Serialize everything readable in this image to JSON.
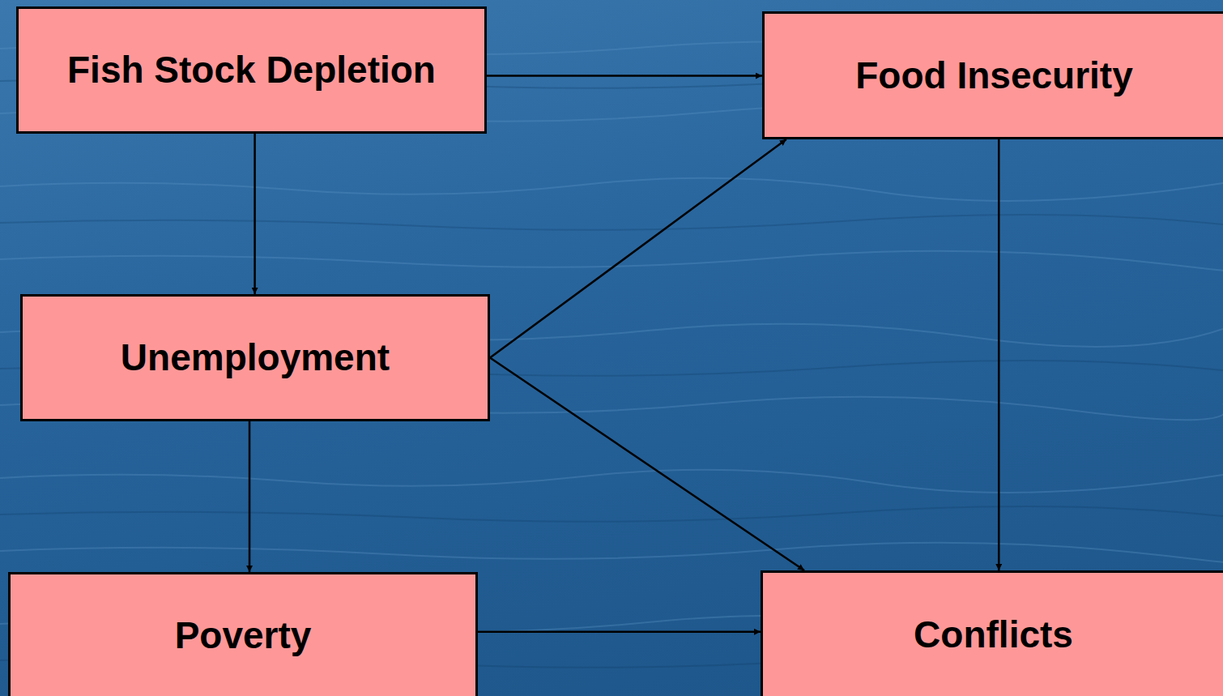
{
  "diagram": {
    "nodes": [
      {
        "text": [
          "Fish Stock Depletion"
        ]
      },
      {
        "text": [
          "Food Insecurity"
        ]
      },
      {
        "text": [
          "Unemployment"
        ]
      },
      {
        "text": [
          "Poverty"
        ]
      },
      {
        "text": [
          "Conflicts"
        ]
      }
    ],
    "edges": [
      {
        "from": 0,
        "to": 1,
        "arrow": "to"
      },
      {
        "from": 0,
        "to": 2,
        "arrow": "to"
      },
      {
        "from": 2,
        "to": 1,
        "arrow": "to"
      },
      {
        "from": 2,
        "to": 4,
        "arrow": "to"
      },
      {
        "from": 2,
        "to": 3,
        "arrow": "to"
      },
      {
        "from": 1,
        "to": 4,
        "arrow": "to"
      },
      {
        "from": 3,
        "to": 4,
        "arrow": "to"
      }
    ]
  }
}
